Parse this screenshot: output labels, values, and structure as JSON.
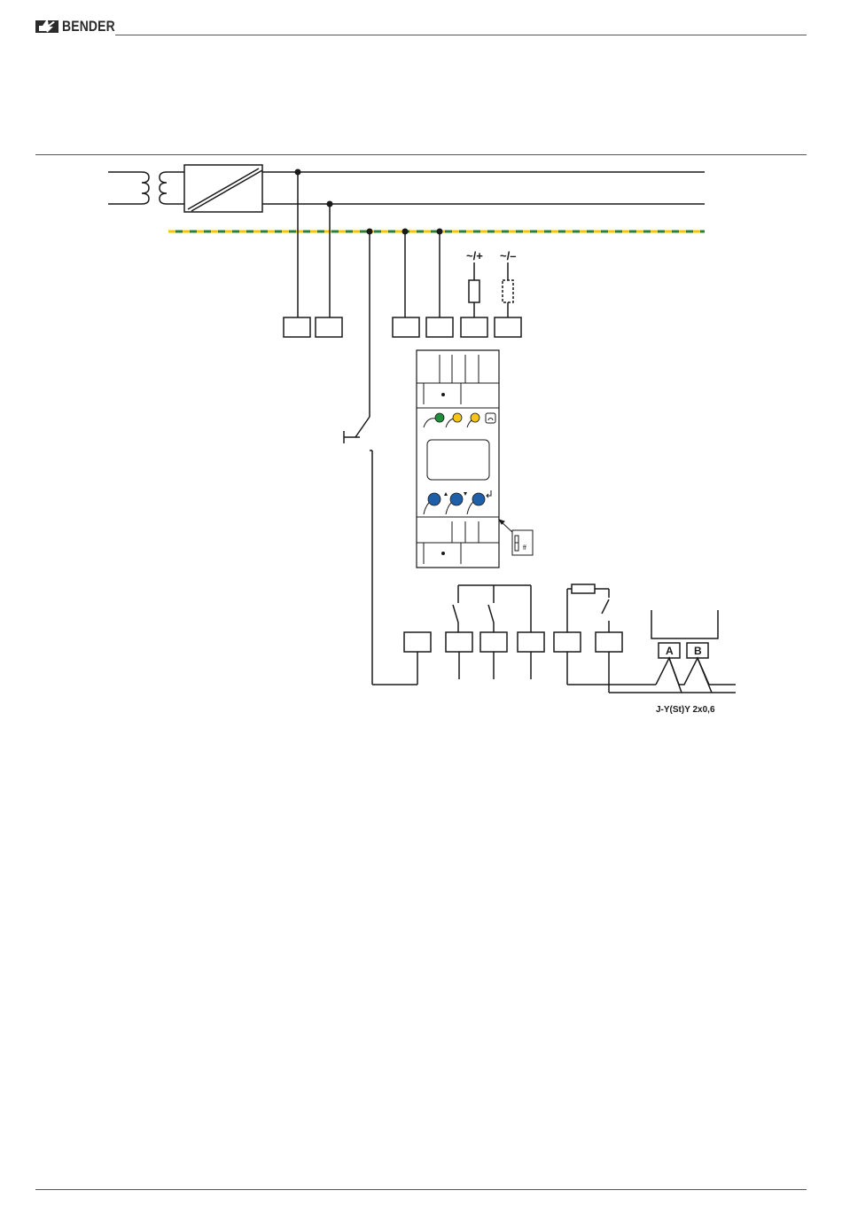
{
  "header": {
    "brand": "BENDER"
  },
  "supply": {
    "plus_label": "~/+",
    "minus_label": "~/–"
  },
  "bus": {
    "terminal_a": "A",
    "terminal_b": "B",
    "cable_label": "J-Y(St)Y 2x0,6"
  },
  "colors": {
    "pe_green": "#2e7d32",
    "pe_yellow": "#f2c800",
    "led_green": "#1f8f3a",
    "led_yellow": "#f5c518",
    "button_blue": "#1f5fa8",
    "line": "#1a1a1a"
  },
  "icons": [
    "bender-logo-icon",
    "transformer-icon",
    "converter-icon",
    "fuse-icon",
    "relay-contact-icon",
    "resistor-icon",
    "enter-arrow-icon",
    "arrow-up-icon",
    "arrow-down-icon",
    "dip-switch-icon",
    "test-switch-icon"
  ]
}
